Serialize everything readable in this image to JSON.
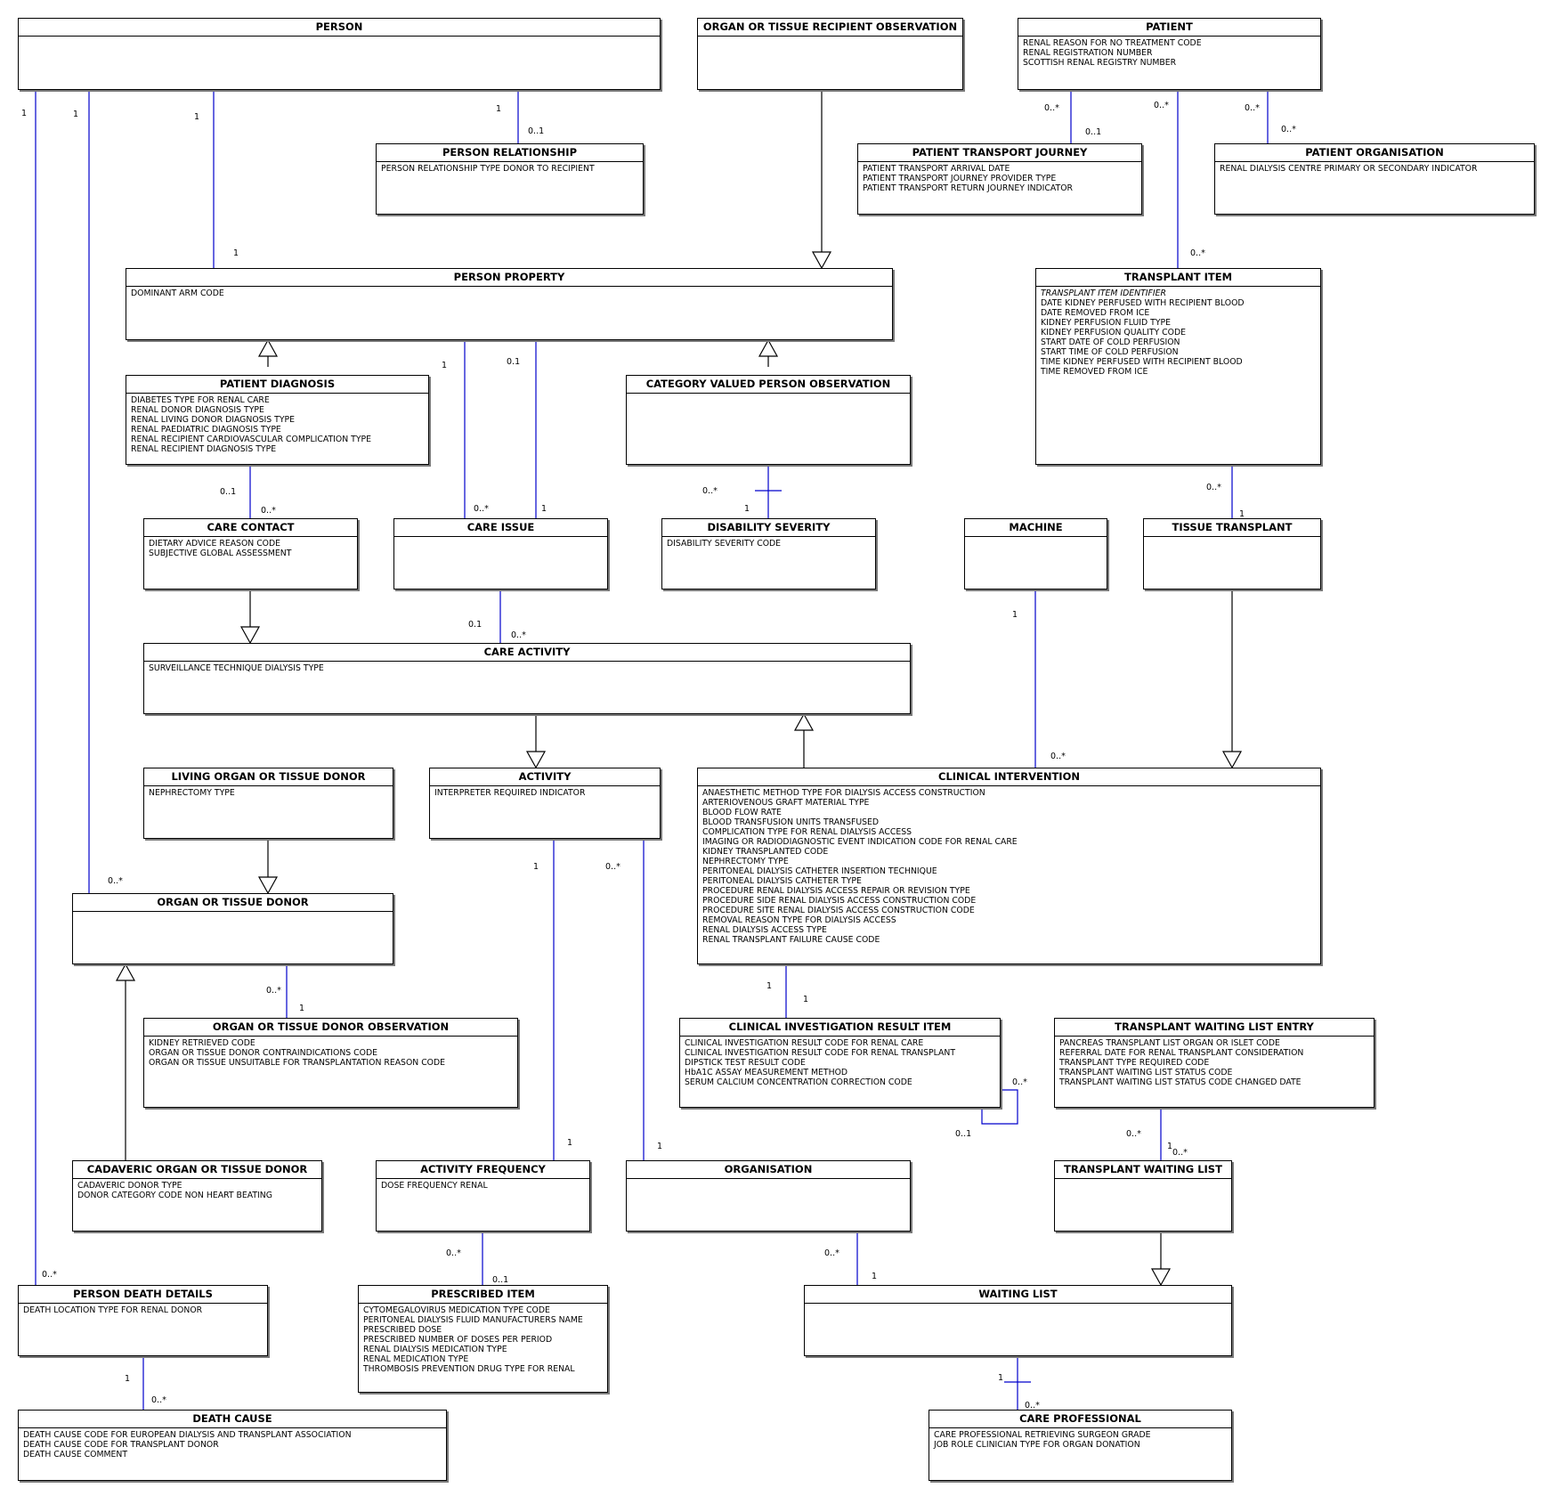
{
  "classes": {
    "person": {
      "title": "PERSON",
      "attrs": []
    },
    "organ_recipient_obs": {
      "title": "ORGAN OR TISSUE RECIPIENT OBSERVATION",
      "attrs": []
    },
    "patient": {
      "title": "PATIENT",
      "attrs": [
        "RENAL REASON FOR NO TREATMENT CODE",
        "RENAL REGISTRATION NUMBER",
        "SCOTTISH RENAL REGISTRY NUMBER"
      ]
    },
    "person_relationship": {
      "title": "PERSON RELATIONSHIP",
      "attrs": [
        "PERSON RELATIONSHIP TYPE DONOR TO RECIPIENT"
      ]
    },
    "patient_transport_journey": {
      "title": "PATIENT TRANSPORT JOURNEY",
      "attrs": [
        "PATIENT TRANSPORT ARRIVAL DATE",
        "PATIENT TRANSPORT JOURNEY PROVIDER TYPE",
        "PATIENT TRANSPORT RETURN JOURNEY INDICATOR"
      ]
    },
    "patient_organisation": {
      "title": "PATIENT ORGANISATION",
      "attrs": [
        "RENAL DIALYSIS CENTRE PRIMARY OR SECONDARY INDICATOR"
      ]
    },
    "person_property": {
      "title": "PERSON PROPERTY",
      "attrs": [
        "DOMINANT ARM CODE"
      ]
    },
    "transplant_item": {
      "title": "TRANSPLANT ITEM",
      "attrs_italic": [
        "TRANSPLANT ITEM IDENTIFIER"
      ],
      "attrs": [
        "DATE KIDNEY PERFUSED WITH RECIPIENT BLOOD",
        "DATE REMOVED FROM ICE",
        "KIDNEY PERFUSION FLUID TYPE",
        "KIDNEY PERFUSION QUALITY CODE",
        "START DATE OF COLD PERFUSION",
        "START TIME OF COLD PERFUSION",
        "TIME KIDNEY PERFUSED WITH RECIPIENT BLOOD",
        "TIME REMOVED FROM ICE"
      ]
    },
    "patient_diagnosis": {
      "title": "PATIENT DIAGNOSIS",
      "attrs": [
        "DIABETES TYPE FOR RENAL CARE",
        "RENAL DONOR DIAGNOSIS TYPE",
        "RENAL LIVING DONOR DIAGNOSIS TYPE",
        "RENAL PAEDIATRIC DIAGNOSIS TYPE",
        "RENAL RECIPIENT CARDIOVASCULAR COMPLICATION TYPE",
        "RENAL RECIPIENT DIAGNOSIS TYPE"
      ]
    },
    "category_valued_obs": {
      "title": "CATEGORY VALUED PERSON OBSERVATION",
      "attrs": []
    },
    "care_contact": {
      "title": "CARE CONTACT",
      "attrs": [
        "DIETARY ADVICE REASON CODE",
        "SUBJECTIVE GLOBAL ASSESSMENT"
      ]
    },
    "care_issue": {
      "title": "CARE ISSUE",
      "attrs": []
    },
    "disability_severity": {
      "title": "DISABILITY SEVERITY",
      "attrs": [
        "DISABILITY SEVERITY CODE"
      ]
    },
    "machine": {
      "title": "MACHINE",
      "attrs": []
    },
    "tissue_transplant": {
      "title": "TISSUE TRANSPLANT",
      "attrs": []
    },
    "care_activity": {
      "title": "CARE ACTIVITY",
      "attrs": [
        "SURVEILLANCE TECHNIQUE DIALYSIS TYPE"
      ]
    },
    "living_donor": {
      "title": "LIVING ORGAN OR TISSUE DONOR",
      "attrs": [
        "NEPHRECTOMY TYPE"
      ]
    },
    "activity": {
      "title": "ACTIVITY",
      "attrs": [
        "INTERPRETER REQUIRED INDICATOR"
      ]
    },
    "clinical_intervention": {
      "title": "CLINICAL INTERVENTION",
      "attrs": [
        "ANAESTHETIC METHOD TYPE FOR DIALYSIS ACCESS CONSTRUCTION",
        "ARTERIOVENOUS GRAFT MATERIAL TYPE",
        "BLOOD FLOW RATE",
        "BLOOD TRANSFUSION UNITS TRANSFUSED",
        "COMPLICATION TYPE FOR RENAL DIALYSIS ACCESS",
        "IMAGING OR RADIODIAGNOSTIC EVENT INDICATION CODE FOR RENAL CARE",
        "KIDNEY TRANSPLANTED CODE",
        "NEPHRECTOMY TYPE",
        "PERITONEAL DIALYSIS CATHETER INSERTION TECHNIQUE",
        "PERITONEAL DIALYSIS CATHETER TYPE",
        "PROCEDURE RENAL DIALYSIS ACCESS REPAIR OR REVISION TYPE",
        "PROCEDURE SIDE RENAL DIALYSIS ACCESS CONSTRUCTION CODE",
        "PROCEDURE SITE RENAL DIALYSIS ACCESS CONSTRUCTION CODE",
        "REMOVAL REASON TYPE  FOR DIALYSIS ACCESS",
        "RENAL DIALYSIS ACCESS TYPE",
        "RENAL TRANSPLANT FAILURE CAUSE CODE"
      ]
    },
    "organ_donor": {
      "title": "ORGAN OR TISSUE DONOR",
      "attrs": []
    },
    "organ_donor_obs": {
      "title": "ORGAN OR TISSUE DONOR OBSERVATION",
      "attrs": [
        "KIDNEY RETRIEVED CODE",
        "ORGAN OR TISSUE DONOR CONTRAINDICATIONS CODE",
        "ORGAN OR TISSUE UNSUITABLE FOR TRANSPLANTATION REASON CODE"
      ]
    },
    "clinical_investigation": {
      "title": "CLINICAL INVESTIGATION RESULT ITEM",
      "attrs": [
        "CLINICAL INVESTIGATION RESULT CODE FOR RENAL CARE",
        "CLINICAL INVESTIGATION RESULT CODE FOR RENAL TRANSPLANT",
        "DIPSTICK TEST RESULT CODE",
        "HbA1C ASSAY MEASUREMENT METHOD",
        "SERUM CALCIUM CONCENTRATION CORRECTION CODE"
      ]
    },
    "waiting_list_entry": {
      "title": "TRANSPLANT WAITING LIST ENTRY",
      "attrs": [
        "PANCREAS TRANSPLANT LIST ORGAN OR ISLET CODE",
        "REFERRAL DATE FOR RENAL TRANSPLANT CONSIDERATION",
        "TRANSPLANT TYPE REQUIRED CODE",
        "TRANSPLANT WAITING LIST STATUS CODE",
        "TRANSPLANT WAITING LIST STATUS CODE CHANGED DATE"
      ]
    },
    "cadaveric_donor": {
      "title": "CADAVERIC ORGAN OR TISSUE DONOR",
      "attrs": [
        "CADAVERIC DONOR TYPE",
        "DONOR CATEGORY CODE NON HEART BEATING"
      ]
    },
    "activity_frequency": {
      "title": "ACTIVITY FREQUENCY",
      "attrs": [
        "DOSE FREQUENCY RENAL"
      ]
    },
    "organisation": {
      "title": "ORGANISATION",
      "attrs": []
    },
    "transplant_waiting_list": {
      "title": "TRANSPLANT WAITING LIST",
      "attrs": []
    },
    "person_death_details": {
      "title": "PERSON DEATH DETAILS",
      "attrs": [
        "DEATH LOCATION TYPE FOR RENAL DONOR"
      ]
    },
    "prescribed_item": {
      "title": "PRESCRIBED ITEM",
      "attrs": [
        "CYTOMEGALOVIRUS MEDICATION TYPE CODE",
        "PERITONEAL DIALYSIS FLUID MANUFACTURERS NAME",
        "PRESCRIBED DOSE",
        "PRESCRIBED NUMBER OF DOSES PER PERIOD",
        "RENAL DIALYSIS MEDICATION TYPE",
        "RENAL MEDICATION TYPE",
        "THROMBOSIS PREVENTION DRUG TYPE FOR RENAL"
      ]
    },
    "waiting_list": {
      "title": "WAITING LIST",
      "attrs": []
    },
    "death_cause": {
      "title": "DEATH CAUSE",
      "attrs": [
        "DEATH CAUSE CODE FOR EUROPEAN DIALYSIS AND TRANSPLANT ASSOCIATION",
        "DEATH CAUSE CODE FOR TRANSPLANT DONOR",
        "DEATH CAUSE COMMENT"
      ]
    },
    "care_professional": {
      "title": "CARE PROFESSIONAL",
      "attrs": [
        "CARE PROFESSIONAL RETRIEVING SURGEON GRADE",
        "JOB ROLE CLINICIAN TYPE FOR ORGAN  DONATION"
      ]
    }
  },
  "multiplicities": [
    "1",
    "1",
    "1",
    "1",
    "0..*",
    "0..*",
    "0..*",
    "0..1",
    "0..1",
    "0..*",
    "1",
    "0..*",
    "1",
    "0.1",
    "0..1",
    "0..*",
    "0..*",
    "1",
    "0..*",
    "1",
    "0..*",
    "1",
    "0.1",
    "0..*",
    "1",
    "0..*",
    "1",
    "0..*",
    "0..*",
    "1",
    "1",
    "0..*",
    "1",
    "0..*",
    "0..1",
    "0..*",
    "0..*",
    "1",
    "1",
    "1",
    "0..*",
    "0..1",
    "0..*",
    "1",
    "1",
    "0..*",
    "1",
    "0..*",
    "0..*"
  ],
  "colors": {
    "association": "#0000cc",
    "generalization": "#000000"
  }
}
